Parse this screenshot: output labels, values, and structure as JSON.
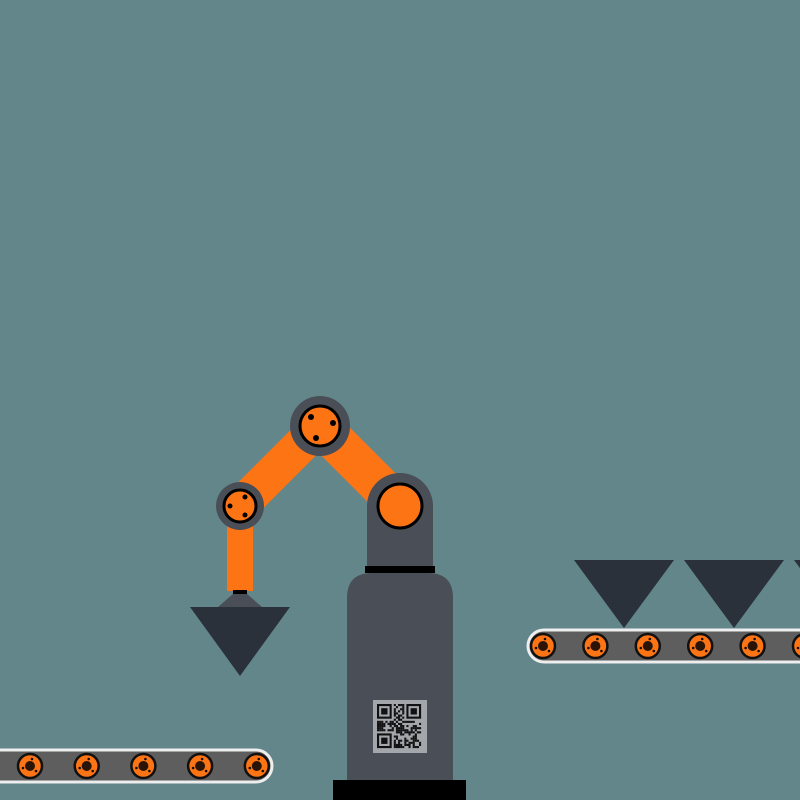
{
  "scene": {
    "name": "robot-arm-conveyor",
    "colors": {
      "background": "#63868b",
      "arm": "#fd7415",
      "joint": "#4a4e56",
      "body": "#4a4e56",
      "triangle": "#2a313b",
      "belt": "#5e5e5e",
      "belt_border": "#eeeeee",
      "qr_bg": "#a3a6ab"
    },
    "right_conveyor_rollers": 6,
    "left_conveyor_rollers": 5,
    "right_conveyor_items": 3
  }
}
